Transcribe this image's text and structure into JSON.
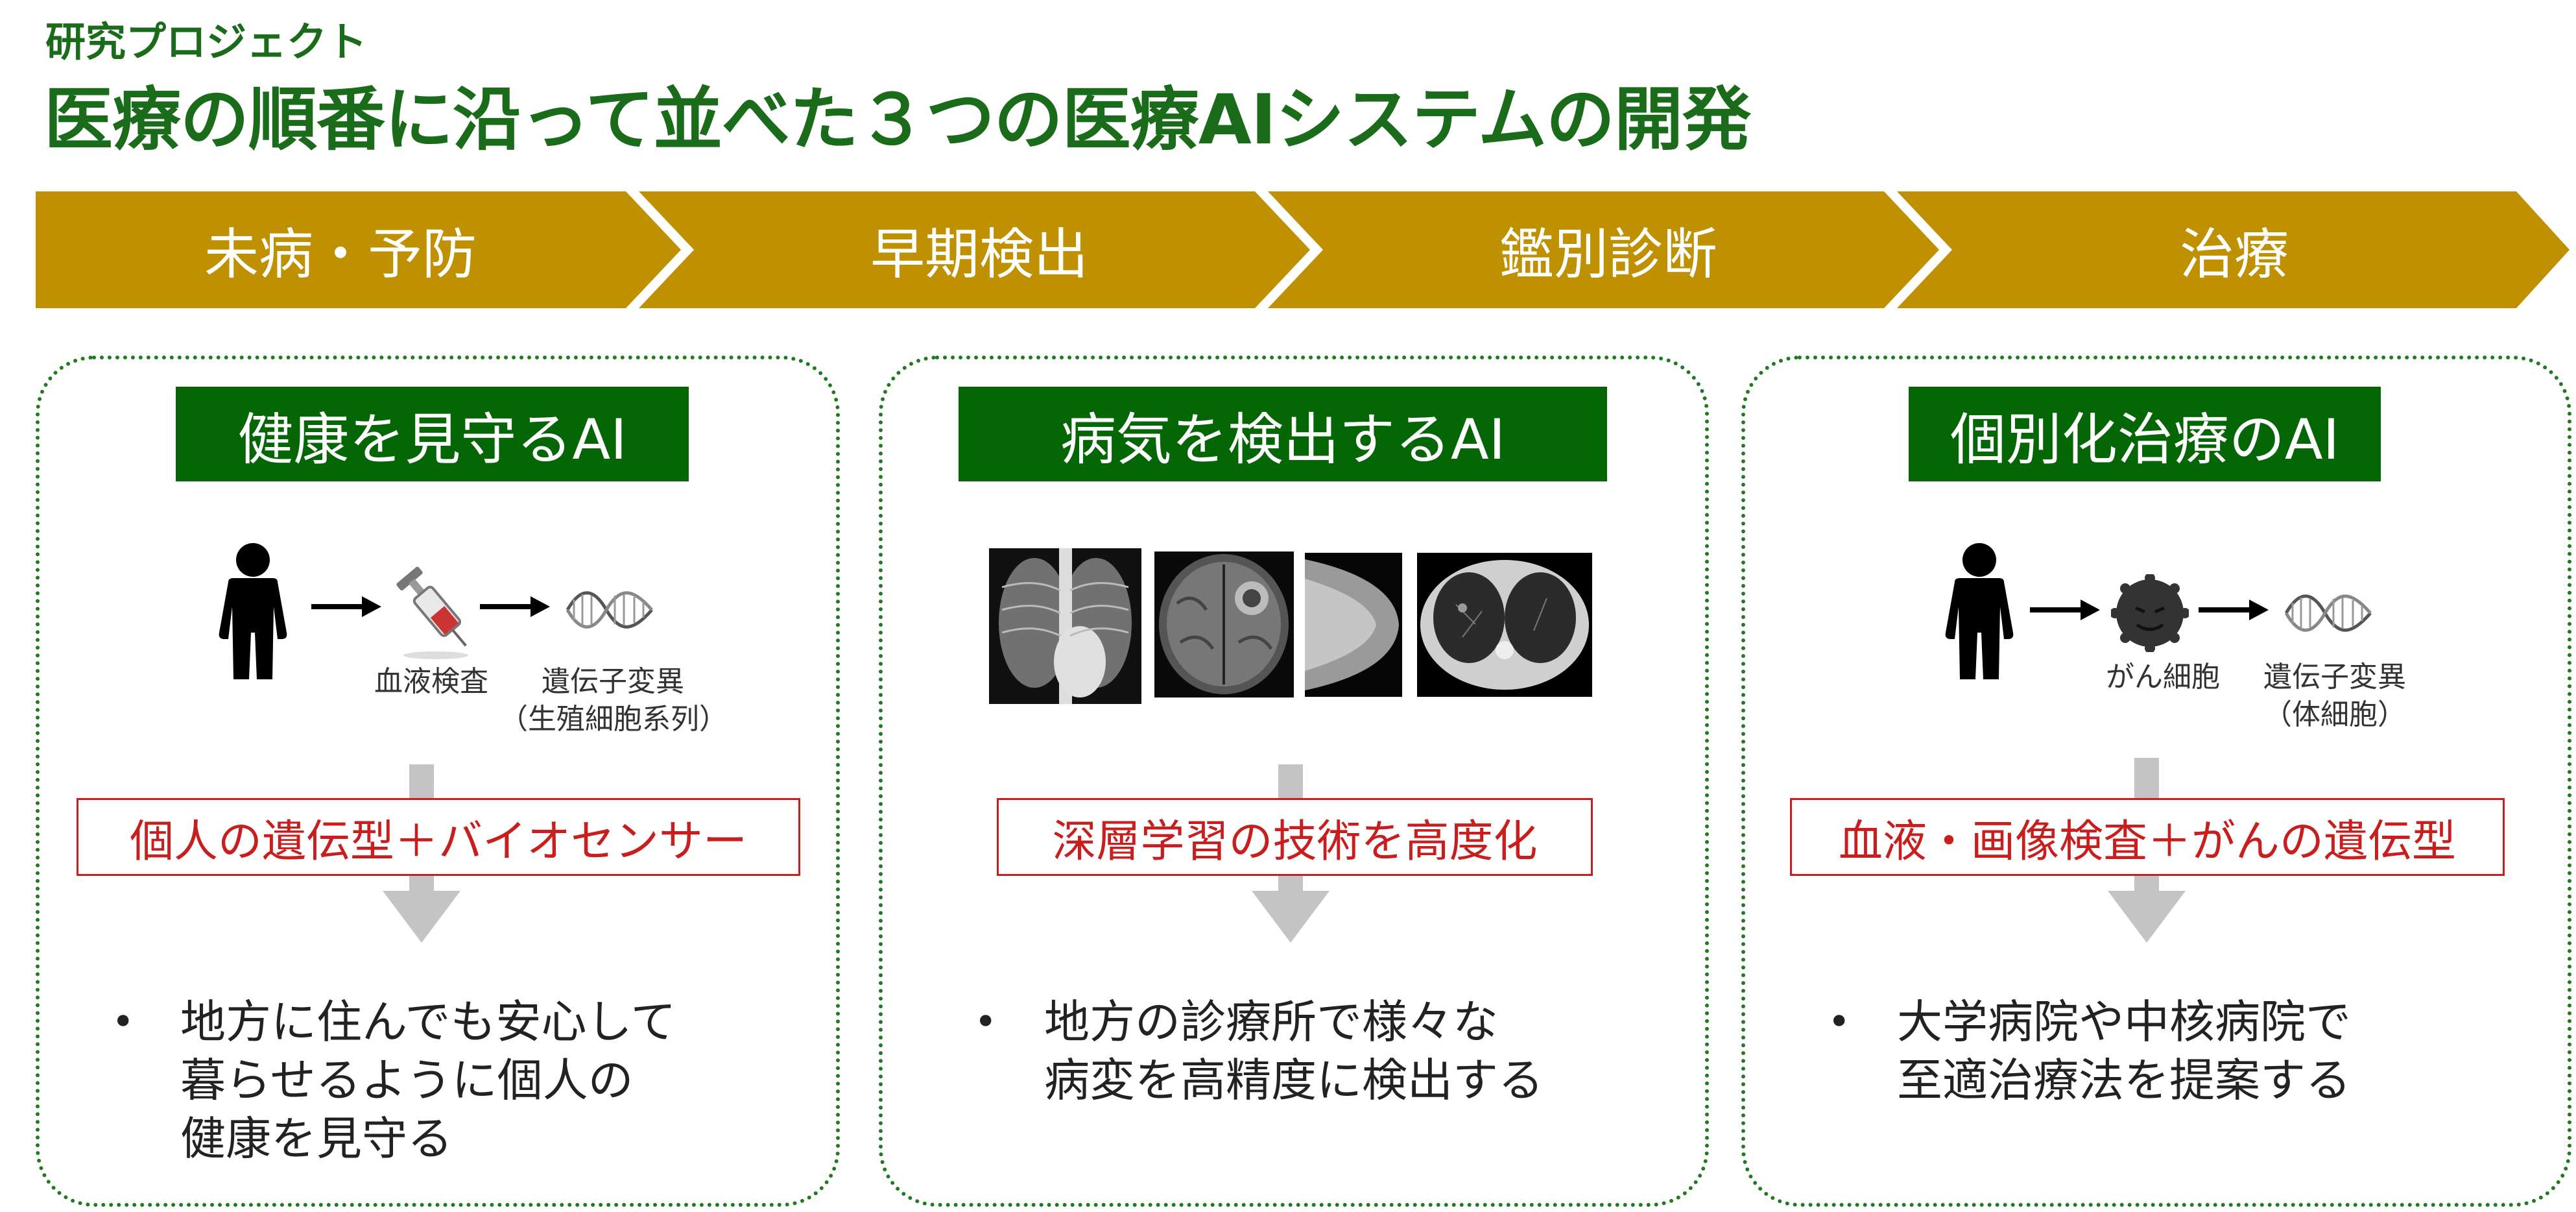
{
  "header": {
    "subtitle": "研究プロジェクト",
    "title": "医療の順番に沿って並べた３つの医療AIシステムの開発"
  },
  "stages": [
    {
      "label": "未病・予防"
    },
    {
      "label": "早期検出"
    },
    {
      "label": "鑑別診断"
    },
    {
      "label": "治療"
    }
  ],
  "cards": [
    {
      "title": "健康を見守るAI",
      "captions": [
        "血液検査",
        "遺伝子変異",
        "（生殖細胞系列）"
      ],
      "tech": "個人の遺伝型＋バイオセンサー",
      "bullet": [
        "地方に住んでも安心して",
        "暮らせるように個人の",
        "健康を見守る"
      ]
    },
    {
      "title": "病気を検出するAI",
      "tech": "深層学習の技術を高度化",
      "bullet": [
        "地方の診療所で様々な",
        "病変を高精度に検出する"
      ]
    },
    {
      "title": "個別化治療のAI",
      "captions": [
        "がん細胞",
        "遺伝子変異",
        "（体細胞）"
      ],
      "tech": "血液・画像検査＋がんの遺伝型",
      "bullet": [
        "大学病院や中核病院で",
        "至適治療法を提案する"
      ]
    }
  ],
  "bullet_symbol": "•",
  "colors": {
    "title_green": "#1a6b1a",
    "badge_green": "#056605",
    "chevron_gold": "#bf9000",
    "tech_red": "#c81e1e",
    "arrow_gray": "#c4c4c4"
  },
  "icons": [
    "person-icon",
    "arrow-right-icon",
    "syringe-icon",
    "dna-icon",
    "cancer-cell-icon",
    "xray-image",
    "brain-mri-image",
    "mammogram-image",
    "lung-ct-image",
    "down-arrow-icon"
  ]
}
